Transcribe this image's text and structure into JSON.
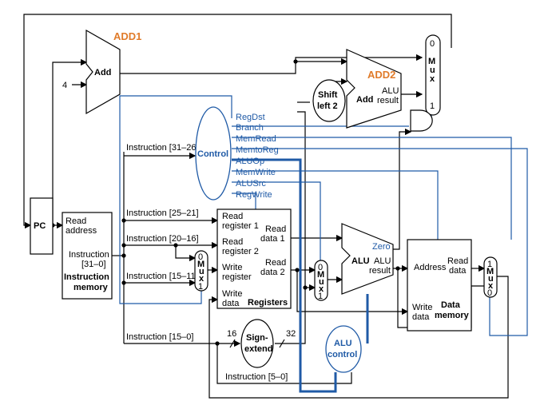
{
  "labels": {
    "add1_tag": "ADD1",
    "add1": "Add",
    "four": "4",
    "add2_tag": "ADD2",
    "add2": "Add",
    "add2_alu": "ALU",
    "add2_result": "result",
    "shift_1": "Shift",
    "shift_2": "left 2",
    "pc": "PC",
    "imem_read": "Read",
    "imem_address": "address",
    "imem_instruction": "Instruction",
    "imem_31_0": "[31–0]",
    "imem_title_1": "Instruction",
    "imem_title_2": "memory",
    "instr_31_26": "Instruction [31–26]",
    "instr_25_21": "Instruction [25–21]",
    "instr_20_16": "Instruction [20–16]",
    "instr_15_11": "Instruction [15–11]",
    "instr_15_0": "Instruction [15–0]",
    "instr_5_0": "Instruction [5–0]",
    "control": "Control",
    "sig_regdst": "RegDst",
    "sig_branch": "Branch",
    "sig_memread": "MemRead",
    "sig_memtoreg": "MemtoReg",
    "sig_aluop": "ALUOp",
    "sig_memwrite": "MemWrite",
    "sig_alusrc": "ALUSrc",
    "sig_regwrite": "RegWrite",
    "reg_read1_a": "Read",
    "reg_read1_b": "register 1",
    "reg_read2_a": "Read",
    "reg_read2_b": "register 2",
    "reg_write_a": "Write",
    "reg_write_b": "register",
    "reg_wdata_a": "Write",
    "reg_wdata_b": "data",
    "reg_rdata1_a": "Read",
    "reg_rdata1_b": "data 1",
    "reg_rdata2_a": "Read",
    "reg_rdata2_b": "data 2",
    "registers": "Registers",
    "sign_1": "Sign-",
    "sign_2": "extend",
    "w16": "16",
    "w32": "32",
    "aluctl_1": "ALU",
    "aluctl_2": "control",
    "alu": "ALU",
    "alu_zero": "Zero",
    "alu_result_1": "ALU",
    "alu_result_2": "result",
    "dmem_address": "Address",
    "dmem_read_1": "Read",
    "dmem_read_2": "data",
    "dmem_write_1": "Write",
    "dmem_write_2": "data",
    "dmem_title_1": "Data",
    "dmem_title_2": "memory",
    "mux_0": "0",
    "mux_1": "1",
    "mux_m": "M",
    "mux_u": "u",
    "mux_x": "x"
  }
}
